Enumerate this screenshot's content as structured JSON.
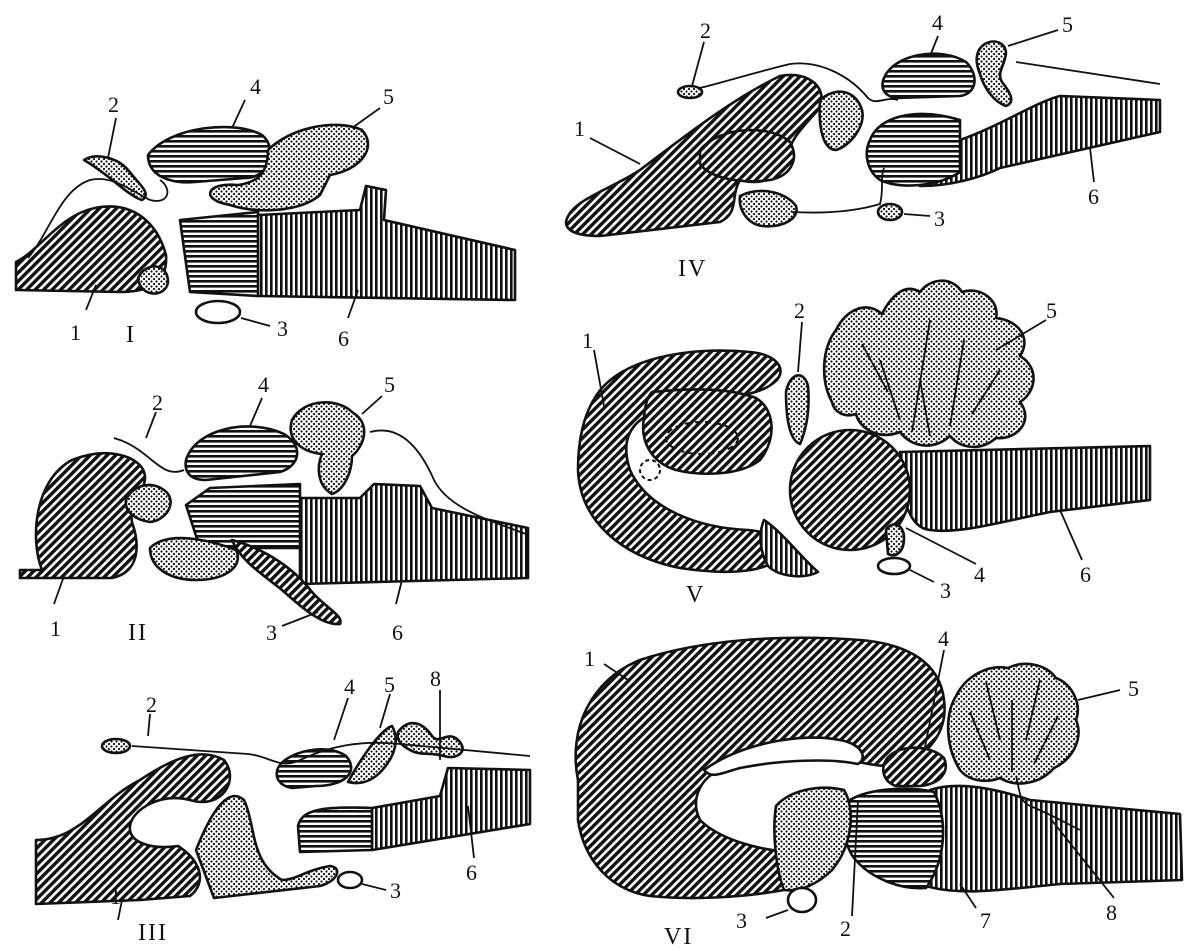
{
  "figure": {
    "panels": [
      {
        "id": "I",
        "numeral": "I",
        "labels": [
          "1",
          "2",
          "3",
          "4",
          "5",
          "6"
        ]
      },
      {
        "id": "II",
        "numeral": "II",
        "labels": [
          "1",
          "2",
          "3",
          "4",
          "5",
          "6"
        ]
      },
      {
        "id": "III",
        "numeral": "III",
        "labels": [
          "1",
          "2",
          "3",
          "4",
          "5",
          "6",
          "8"
        ]
      },
      {
        "id": "IV",
        "numeral": "IV",
        "labels": [
          "1",
          "2",
          "3",
          "4",
          "5",
          "6"
        ]
      },
      {
        "id": "V",
        "numeral": "V",
        "labels": [
          "1",
          "2",
          "3",
          "4",
          "5",
          "6"
        ]
      },
      {
        "id": "VI",
        "numeral": "VI",
        "labels": [
          "1",
          "2",
          "3",
          "4",
          "5",
          "7",
          "8"
        ]
      }
    ],
    "colors": {
      "ink": "#111111",
      "paper": "#ffffff"
    }
  }
}
